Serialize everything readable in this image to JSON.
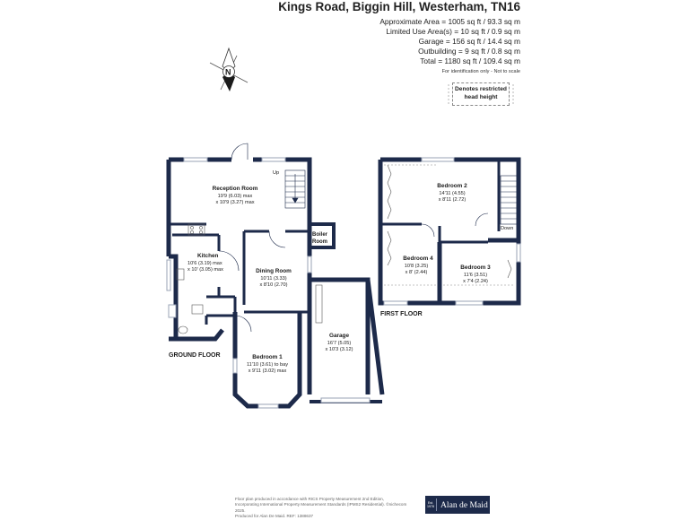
{
  "header": {
    "title": "Kings Road, Biggin Hill, Westerham, TN16",
    "areas": [
      "Approximate Area = 1005 sq ft / 93.3 sq m",
      "Limited Use Area(s) = 10 sq ft / 0.9 sq m",
      "Garage = 156 sq ft / 14.4 sq m",
      "Outbuilding = 9 sq ft / 0.8 sq m",
      "Total = 1180 sq ft / 109.4 sq m"
    ],
    "note": "For identification only - Not to scale"
  },
  "compass": {
    "letter": "N"
  },
  "legend": {
    "line1": "Denotes restricted",
    "line2": "head height"
  },
  "ground_floor": {
    "label": "GROUND FLOOR",
    "stair_label": "Up",
    "rooms": [
      {
        "name": "Reception Room",
        "dim1": "19'9 (6.03) max",
        "dim2": "x 10'9 (3.27) max"
      },
      {
        "name": "Kitchen",
        "dim1": "10'6 (3.19) max",
        "dim2": "x 10' (3.05) max"
      },
      {
        "name": "Dining Room",
        "dim1": "10'11 (3.33)",
        "dim2": "x 8'10 (2.70)"
      },
      {
        "name": "Bedroom 1",
        "dim1": "11'10 (3.61) to bay",
        "dim2": "x 9'11 (3.02) max"
      },
      {
        "name": "Boiler",
        "dim1": "Room",
        "dim2": ""
      },
      {
        "name": "Garage",
        "dim1": "16'7 (5.05)",
        "dim2": "x 10'3 (3.12)"
      }
    ]
  },
  "first_floor": {
    "label": "FIRST FLOOR",
    "stair_label": "Down",
    "rooms": [
      {
        "name": "Bedroom 2",
        "dim1": "14'11 (4.55)",
        "dim2": "x 8'11 (2.72)"
      },
      {
        "name": "Bedroom 4",
        "dim1": "10'8 (3.25)",
        "dim2": "x 8' (2.44)"
      },
      {
        "name": "Bedroom 3",
        "dim1": "11'6 (3.51)",
        "dim2": "x 7'4 (2.24)"
      }
    ]
  },
  "footer": {
    "line1": "Floor plan produced in accordance with RICS Property Measurement 2nd Edition,",
    "line2": "Incorporating International Property Measurement Standards (IPMS2 Residential). ©nichecom 2025.",
    "line3": "Produced for Alan De Maid.   REF: 1388637",
    "copyright": "©nichecom 2025.",
    "brand_est": "Est. 1978",
    "brand_name": "Alan de Maid",
    "colors": {
      "wall": "#1d2a4a",
      "brand_bg": "#1d2a4a"
    }
  }
}
